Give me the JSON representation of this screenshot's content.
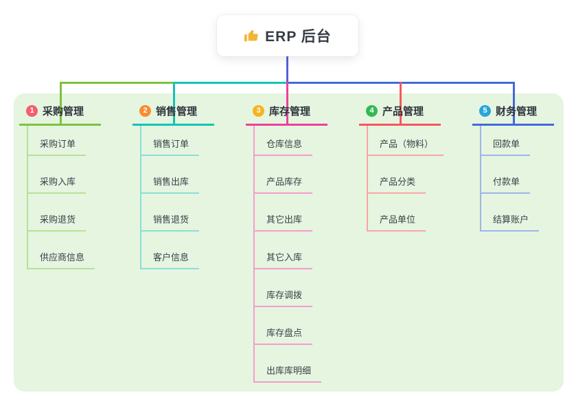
{
  "root_node": {
    "icon": "thumbs-up-icon",
    "label": "ERP 后台"
  },
  "colors": {
    "page_bg": "#ffffff",
    "panel_bg": "#e5f5e0",
    "trunk": "#5163d3",
    "thumb_icon": "#f2b636"
  },
  "branches": [
    {
      "num": "1",
      "label": "采购管理",
      "badge_color": "#f65e6d",
      "line_color": "#7cc23e",
      "child_line_color": "#b9e096",
      "children": [
        "采购订单",
        "采购入库",
        "采购退货",
        "供应商信息"
      ]
    },
    {
      "num": "2",
      "label": "销售管理",
      "badge_color": "#fa8c2d",
      "line_color": "#14c3b4",
      "child_line_color": "#8adfd4",
      "children": [
        "销售订单",
        "销售出库",
        "销售退货",
        "客户信息"
      ]
    },
    {
      "num": "3",
      "label": "库存管理",
      "badge_color": "#f8b31d",
      "line_color": "#ee3f9c",
      "child_line_color": "#f79ccb",
      "children": [
        "仓库信息",
        "产品库存",
        "其它出库",
        "其它入库",
        "库存调拨",
        "库存盘点",
        "出库库明细"
      ]
    },
    {
      "num": "4",
      "label": "产品管理",
      "badge_color": "#33b954",
      "line_color": "#f7555d",
      "child_line_color": "#fba4a6",
      "children": [
        "产品（物料）",
        "产品分类",
        "产品单位"
      ]
    },
    {
      "num": "5",
      "label": "财务管理",
      "badge_color": "#28a5dc",
      "line_color": "#4468d8",
      "child_line_color": "#9fb4ea",
      "children": [
        "回款单",
        "付款单",
        "结算账户"
      ]
    }
  ]
}
